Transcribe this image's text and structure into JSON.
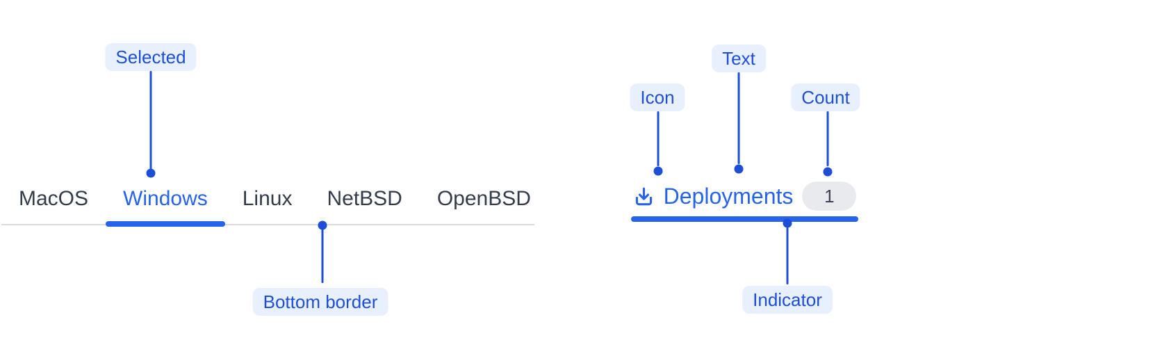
{
  "os_tabs": {
    "items": [
      {
        "label": "MacOS",
        "selected": false
      },
      {
        "label": "Windows",
        "selected": true
      },
      {
        "label": "Linux",
        "selected": false
      },
      {
        "label": "NetBSD",
        "selected": false
      },
      {
        "label": "OpenBSD",
        "selected": false
      }
    ],
    "annotations": {
      "selected": "Selected",
      "bottom_border": "Bottom border"
    }
  },
  "deployment_tab": {
    "icon": "download-icon",
    "label": "Deployments",
    "count": "1",
    "annotations": {
      "icon": "Icon",
      "text": "Text",
      "count": "Count",
      "indicator": "Indicator"
    }
  },
  "colors": {
    "accent_blue": "#2563eb",
    "annotation_blue": "#1d4ed8",
    "annotation_pill_bg": "#e8f0fe",
    "inactive_tab_text": "#333c4a",
    "divider_gray": "#d8dadd",
    "count_badge_bg": "#e9eaed"
  }
}
